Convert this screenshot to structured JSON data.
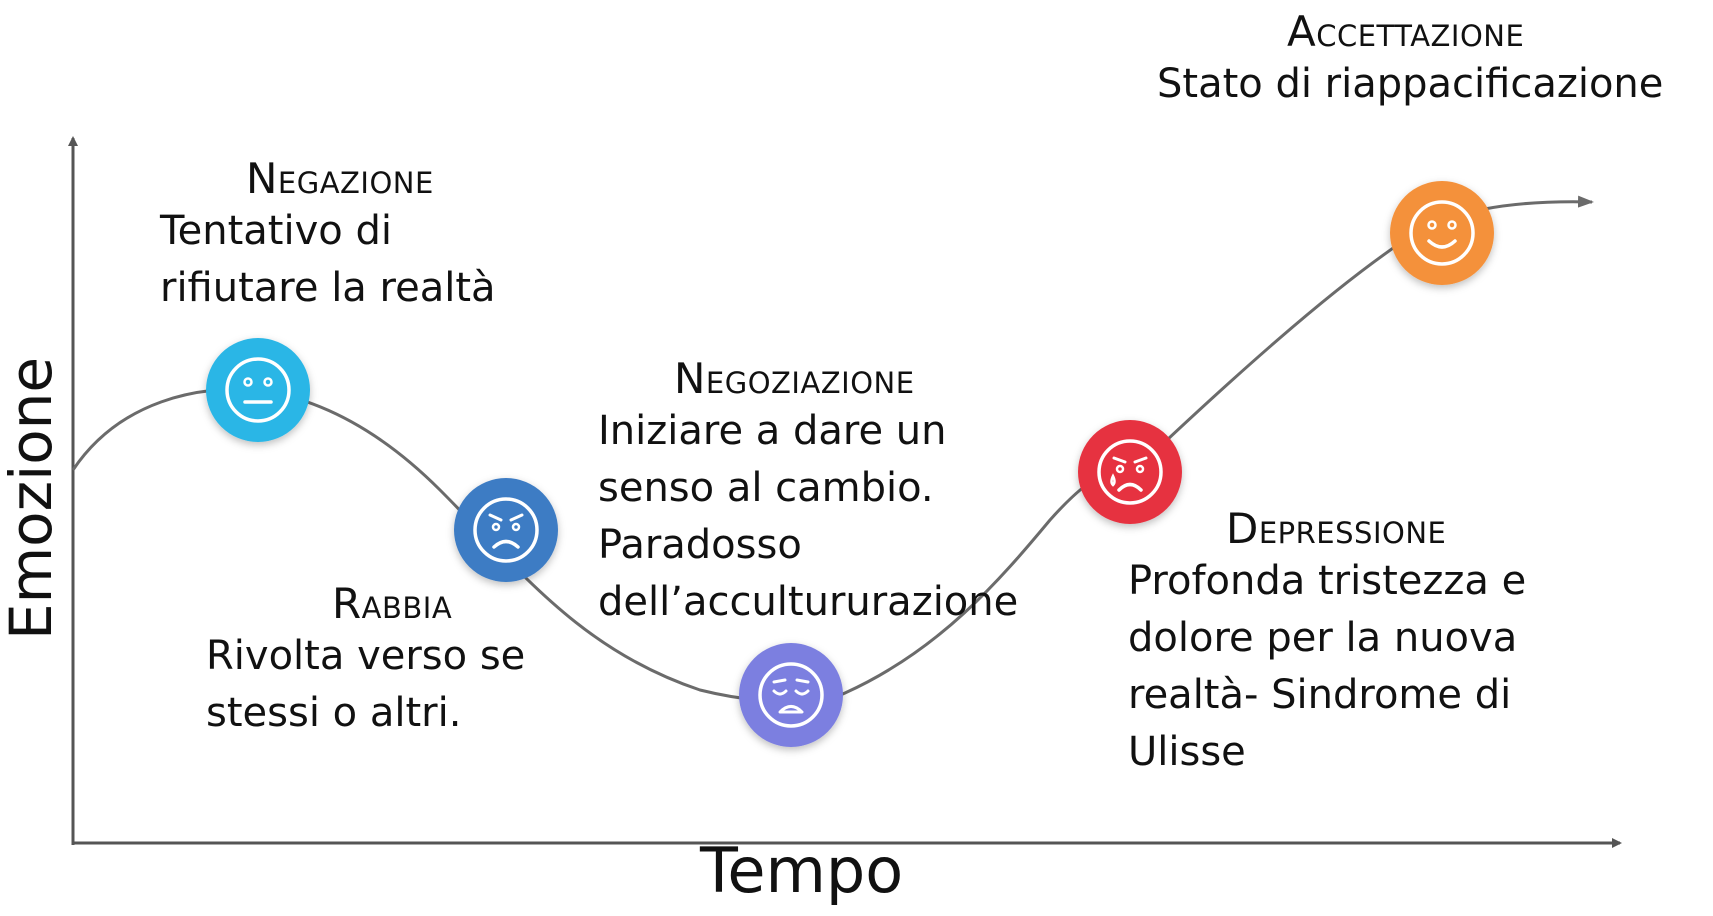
{
  "axes": {
    "x_label": "Tempo",
    "y_label": "Emozione"
  },
  "stages": [
    {
      "id": "negazione",
      "title": "Negazione",
      "description": [
        "Tentativo di",
        "rifiutare la realtà"
      ],
      "face": "neutral",
      "color": "#29b6e6"
    },
    {
      "id": "rabbia",
      "title": "Rabbia",
      "description": [
        "Rivolta verso se",
        "stessi o altri."
      ],
      "face": "angry",
      "color": "#3d7cc4"
    },
    {
      "id": "negoziazione",
      "title": "Negoziazione",
      "description": [
        "Iniziare a dare un",
        "senso al cambio.",
        "Paradosso",
        "dell’accultururazione"
      ],
      "face": "sad",
      "color": "#7b7fe0"
    },
    {
      "id": "depressione",
      "title": "Depressione",
      "description": [
        "Profonda tristezza e",
        "dolore per la nuova",
        "realtà- Sindrome di",
        "Ulisse"
      ],
      "face": "crying",
      "color": "#e63340"
    },
    {
      "id": "accettazione",
      "title": "Accettazione",
      "description": [
        "Stato di riappacificazione"
      ],
      "face": "happy",
      "color": "#f4913a"
    }
  ],
  "colors": {
    "curve": "#6b6b6b",
    "axis": "#555555"
  }
}
